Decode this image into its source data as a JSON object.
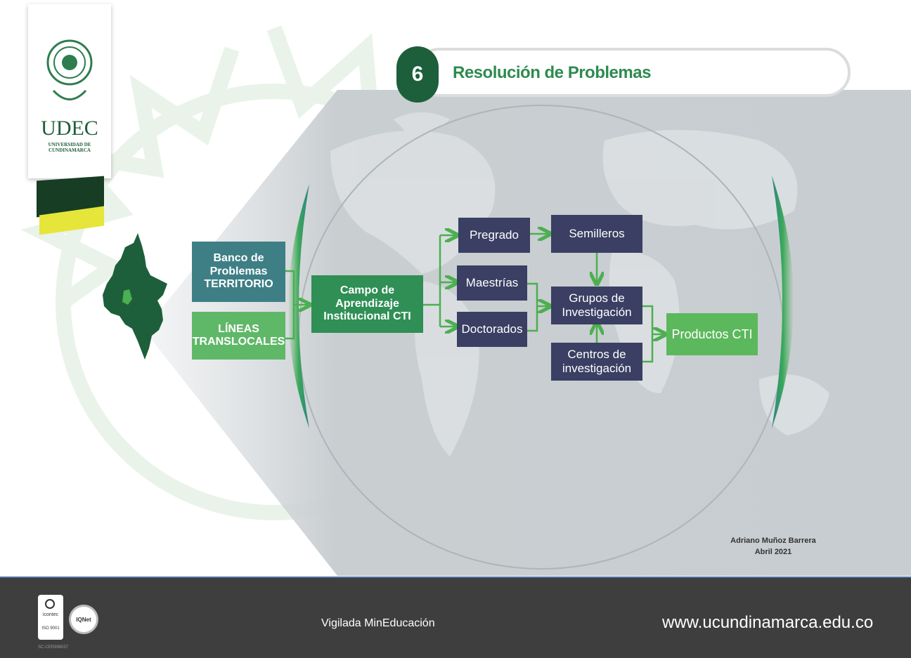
{
  "logo": {
    "name": "UDEC",
    "subtitle": "UNIVERSIDAD DE CUNDINAMARCA"
  },
  "header": {
    "step_number": "6",
    "title": "Resolución de Problemas"
  },
  "diagram": {
    "banco": "Banco de Problemas TERRITORIO",
    "lineas": "LÍNEAS TRANSLOCALES",
    "campo": "Campo de Aprendizaje Institucional CTI",
    "pregrado": "Pregrado",
    "maestrias": "Maestrías",
    "doctorados": "Doctorados",
    "semilleros": "Semilleros",
    "grupos": "Grupos de Investigación",
    "centros": "Centros de investigación",
    "productos": "Productos CTI"
  },
  "credits": {
    "author": "Adriano Muñoz Barrera",
    "date": "Abril 2021"
  },
  "footer": {
    "vigilada": "Vigilada MinEducación",
    "website": "www.ucundinamarca.edu.co",
    "badge_icontec": "icontec",
    "badge_iso": "ISO 9001",
    "badge_iqnet": "IQNet",
    "cert_code": "SC-CER998037"
  },
  "colors": {
    "dark_green": "#1d5f3b",
    "mid_green": "#2e8b4f",
    "light_green": "#4caf50",
    "teal": "#3e7f86",
    "navy": "#3a3f63",
    "footer_bg": "#3e3e3e"
  }
}
